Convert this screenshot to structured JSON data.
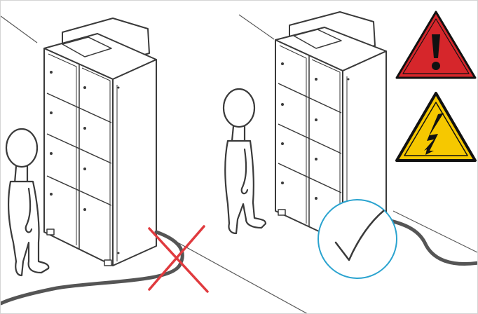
{
  "scene": {
    "colors": {
      "outline": "#3a3a3a",
      "floor_line": "#5a5a5a",
      "cable": "#555555",
      "cross": "#e03a3e",
      "check_circle": "#2aa3cf",
      "check_mark": "#3a3a3a",
      "warning_red": "#d6262b",
      "warning_yellow": "#f6c800",
      "sign_border": "#111111"
    },
    "icons": [
      "locker-cabinet",
      "person-figure",
      "power-cable",
      "cross-mark-icon",
      "check-mark-icon",
      "danger-warning-sign",
      "electrical-hazard-sign"
    ]
  }
}
